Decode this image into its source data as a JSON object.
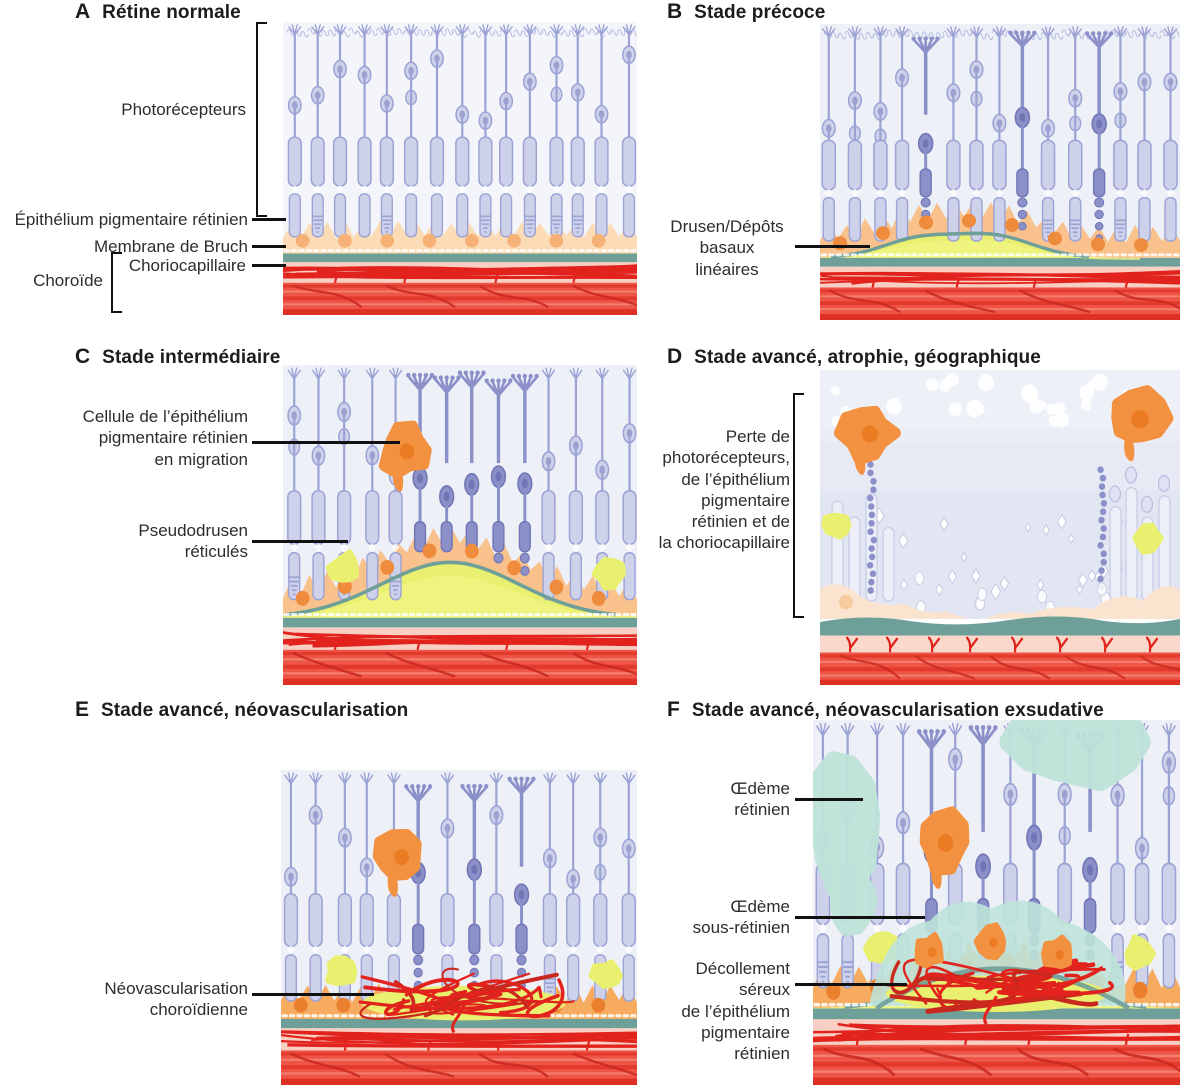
{
  "panels": {
    "a": {
      "letter": "A",
      "title": "Rétine normale",
      "labels": {
        "photoreceptors": "Photorécepteurs",
        "rpe": "Épithélium pigmentaire rétinien",
        "bruch": "Membrane de Bruch",
        "choriocapillaris": "Choriocapillaire",
        "choroid": "Choroïde"
      }
    },
    "b": {
      "letter": "B",
      "title": "Stade précoce",
      "labels": {
        "drusen": "Drusen/Dépôts\nbasaux\nlinéaires"
      }
    },
    "c": {
      "letter": "C",
      "title": "Stade intermédiaire",
      "labels": {
        "migrating_rpe_cell": "Cellule de l’épithélium\npigmentaire rétinien\nen migration",
        "reticular_pseudodrusen": "Pseudodrusen\nréticulés"
      }
    },
    "d": {
      "letter": "D",
      "title": "Stade avancé, atrophie, géographique",
      "labels": {
        "loss": "Perte de\nphotorécepteurs,\nde l’épithélium\npigmentaire\nrétinien et de\nla choriocapillaire"
      }
    },
    "e": {
      "letter": "E",
      "title": "Stade avancé, néovascularisation",
      "labels": {
        "choroidal_neovascularization": "Néovascularisation\nchoroïdienne"
      }
    },
    "f": {
      "letter": "F",
      "title": "Stade avancé, néovascularisation exsudative",
      "labels": {
        "retinal_edema": "Œdème\nrétinien",
        "subretinal_edema": "Œdème\nsous-rétinien",
        "serous_detachment": "Décollement\nséreux\nde l’épithélium\npigmentaire\nrétinien"
      }
    }
  },
  "colors": {
    "text": "#2d2d2d",
    "leader_line": "#111111",
    "photoreceptor_light": "#cdd1e9",
    "photoreceptor_light_stroke": "#9ba2d4",
    "photoreceptor_nucleus": "#9ba1cf",
    "photoreceptor_dark": "#8b90c9",
    "photoreceptor_dark_stroke": "#6f75b5",
    "retina_bg": "#eef0f8",
    "retina_bg_normal": "#f4f5fb",
    "atrophy_bg": "#e2e5f2",
    "rpe_fill": "#fcdcb6",
    "rpe_nucleus": "#f6b276",
    "rpe_fill_diseased": "#f9c28c",
    "rpe_nucleus_diseased": "#ee8b3c",
    "rpe_fill_orange": "#f6ab5f",
    "rpe_nucleus_orange": "#ea7f2e",
    "rpe_remnant": "#fbe4cf",
    "bruch": "#6f9f99",
    "choriocap_bg": "#f9cfc3",
    "vessel_red": "#e2231d",
    "vessel_red_dark": "#c9281e",
    "choroid_base": "#ee5547",
    "choroid_dark": "#e23b2e",
    "choroid_light": "#f37f70",
    "choroid_deep": "#de3126",
    "drusen_yellow": "#e9ef6e",
    "drusen_yellow_light": "#eff582",
    "edema_mint": "#bee3d9",
    "migrating_orange": "#f2913f",
    "migrating_orange_dark": "#ec7c23",
    "white_speck": "#ffffff"
  }
}
